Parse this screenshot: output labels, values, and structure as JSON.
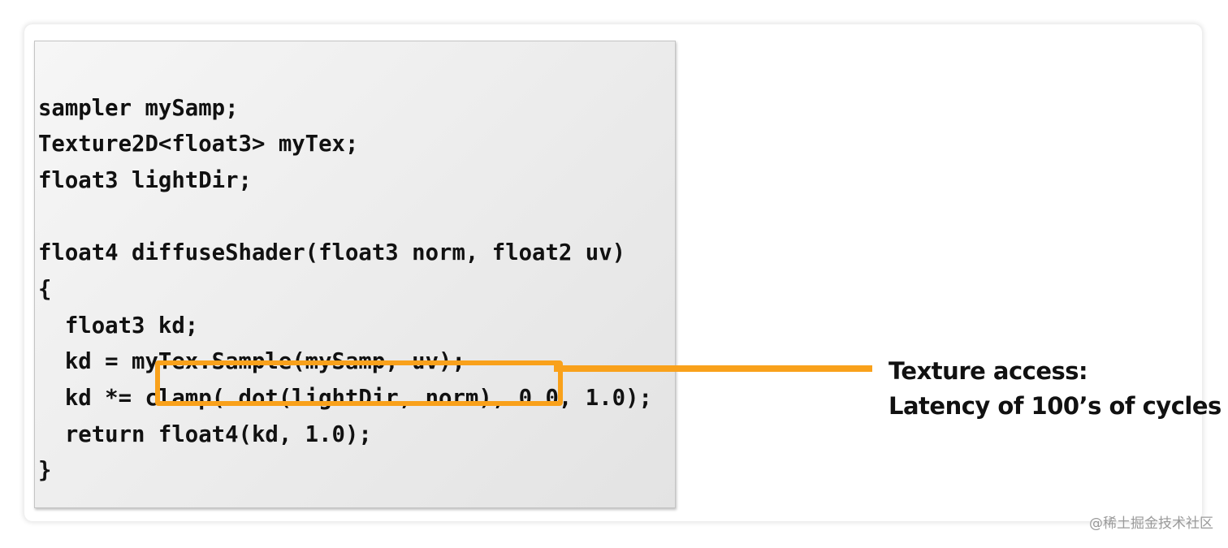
{
  "code": {
    "lines": [
      "sampler mySamp;",
      "Texture2D<float3> myTex;",
      "float3 lightDir;",
      "",
      "float4 diffuseShader(float3 norm, float2 uv)",
      "{",
      "  float3 kd;",
      "  kd = myTex.Sample(mySamp, uv);",
      "  kd *= clamp( dot(lightDir, norm), 0.0, 1.0);",
      "  return float4(kd, 1.0);",
      "}"
    ]
  },
  "callout": {
    "line1": "Texture access:",
    "line2": "Latency of 100’s of cycles"
  },
  "watermark": "@稀土掘金技术社区",
  "colors": {
    "highlight": "#f9a11b",
    "code_text": "#111111",
    "panel_bg": "#ececec"
  }
}
